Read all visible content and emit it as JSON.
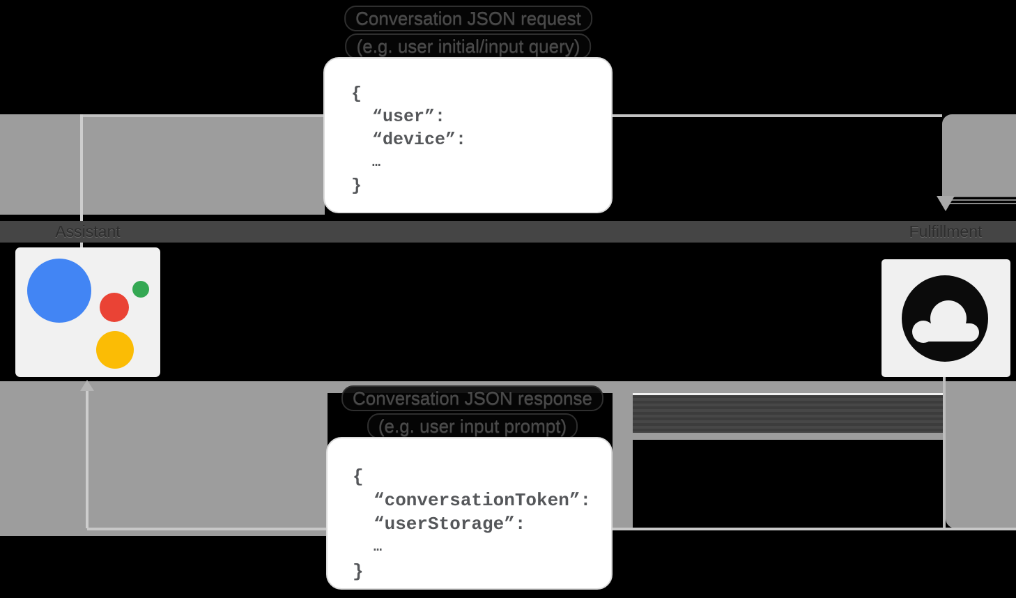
{
  "diagram": {
    "request_label": {
      "line1": "Conversation JSON request",
      "line2": "(e.g. user initial/input query)"
    },
    "response_label": {
      "line1": "Conversation JSON response",
      "line2": "(e.g. user input prompt)"
    },
    "nodes": {
      "assistant": {
        "label": "Assistant"
      },
      "fulfillment": {
        "label": "Fulfillment"
      }
    },
    "request_code": {
      "l1": "{",
      "l2": "“user”:",
      "l3": "“device”:",
      "l4": "…",
      "l5": "}"
    },
    "response_code": {
      "l1": "{",
      "l2": "“conversationToken”:",
      "l3": "“userStorage”:",
      "l4": "…",
      "l5": "}"
    },
    "colors": {
      "assistant_blue": "#4285f4",
      "assistant_red": "#ea4335",
      "assistant_yellow": "#fbbc05",
      "assistant_green": "#34a853",
      "arrow_gray": "#9d9d9d",
      "band_gray": "#454545",
      "cloud_black": "#0b0b0b"
    }
  }
}
